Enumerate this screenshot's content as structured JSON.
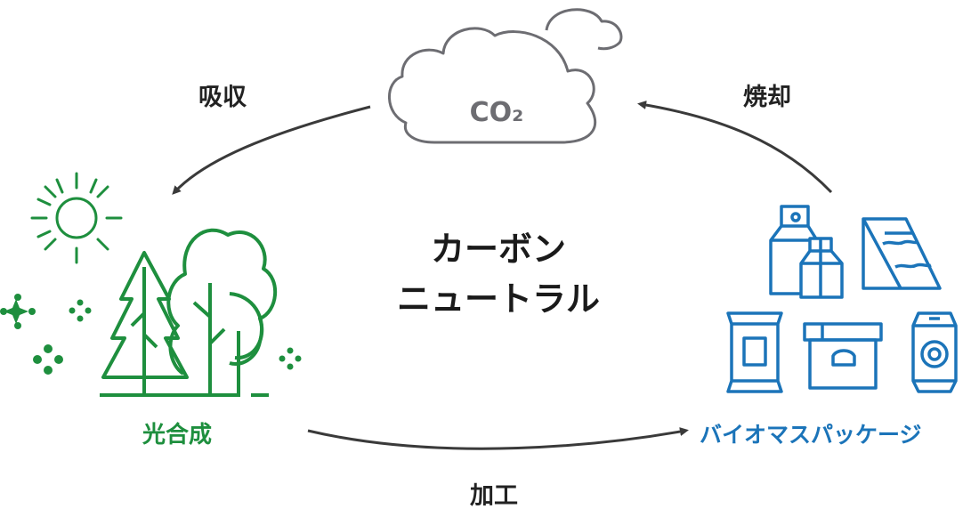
{
  "colors": {
    "green": "#1e8f3e",
    "blue": "#1b74b9",
    "gray": "#6d6d72",
    "dark": "#222222"
  },
  "cloud": {
    "label": "CO₂",
    "icon": "cloud-icon"
  },
  "arrows": {
    "absorb": "吸収",
    "incinerate": "焼却",
    "process": "加工"
  },
  "center": {
    "line1": "カーボン",
    "line2": "ニュートラル"
  },
  "nodes": {
    "photosynthesis": {
      "label": "光合成",
      "icons": [
        "sun-icon",
        "trees-icon",
        "sparkle-icon"
      ]
    },
    "biomass": {
      "label": "バイオマスパッケージ",
      "icons": [
        "milk-carton-icon",
        "pouch-icon",
        "box-icon",
        "can-icon"
      ]
    }
  }
}
